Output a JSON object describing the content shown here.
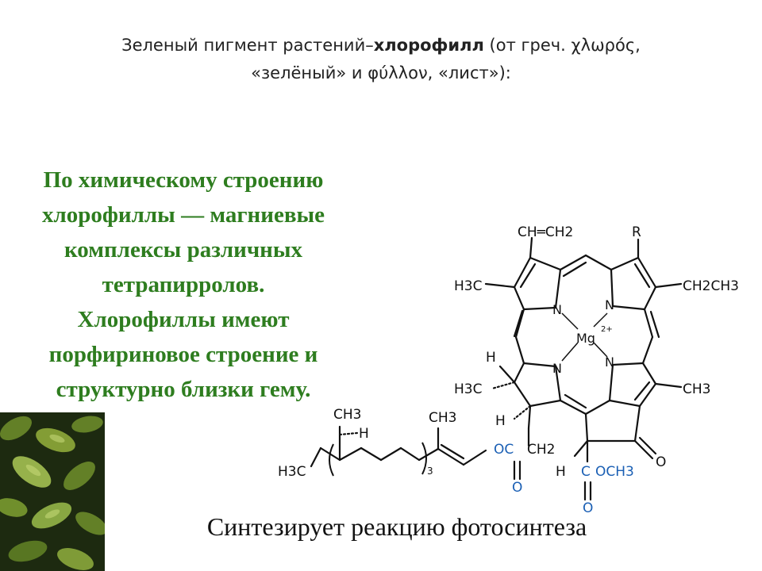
{
  "slide": {
    "title_part1": "Зеленый пигмент растений–",
    "title_bold": "хлорофилл",
    "title_part2": " (от греч. χλωρός,",
    "title_line2": "«зелёный» и φύλλον, «лист»):",
    "green_lines": [
      "По химическому строению",
      "хлорофиллы — магниевые",
      "комплексы различных",
      "тетрапирролов.",
      "Хлорофиллы имеют",
      "порфириновое строение и",
      "структурно близки гему."
    ],
    "caption": "Синтезирует реакцию фотосинтеза"
  },
  "molecule": {
    "vinyl": "CH═CH2",
    "r_group": "R",
    "methyl_left": "H3C",
    "ethyl": "CH2CH3",
    "n1": "N",
    "n2": "N",
    "n3": "N",
    "n4": "N",
    "mg": "Mg",
    "mg_charge": "2+",
    "h_top": "H",
    "h3c_lower": "H3C",
    "h_lower": "H",
    "methyl_right": "CH3",
    "oxo": "O",
    "chain_ch3": "CH3",
    "chain_h": "H",
    "chain_h3c": "H3C",
    "chain_ch3_2": "CH3",
    "subscript_3": "3",
    "oc": "OC",
    "ch2": "CH2",
    "o_left": "O",
    "h_bottom": "H",
    "c_bottom": "C",
    "och3": "OCH3",
    "o_bottom": "O"
  },
  "colors": {
    "green_text": "#2e7d1f",
    "ester_blue": "#1a5fb4",
    "structure": "#111111"
  }
}
